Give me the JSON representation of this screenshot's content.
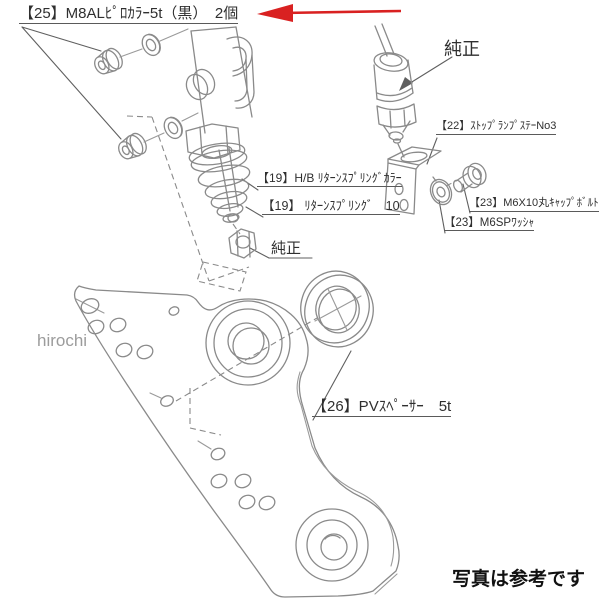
{
  "page": {
    "background": "#ffffff",
    "footer_note": "写真は参考です",
    "watermark": "hirochi"
  },
  "colors": {
    "arrow_red": "#d92121",
    "drawing_line_gray": "#8a8a8a",
    "label_text": "#2f2f2f",
    "watermark_gray": "#9c9c9c"
  },
  "part_labels": {
    "p25": "【25】M8ALﾋﾟﾛｶﾗｰ5t（黒）　2個",
    "oem_switch": "純正",
    "p22": "【22】ｽﾄｯﾌﾟﾗﾝﾌﾟｽﾃｰNo3",
    "p19_collar": "【19】H/B ﾘﾀｰﾝｽﾌﾟﾘﾝｸﾞｶﾗｰ",
    "p19_spring": "【19】 ﾘﾀｰﾝｽﾌﾟﾘﾝｸﾞ　10",
    "p23_bolt": "【23】M6X10丸ｷｬｯﾌﾟﾎﾞﾙﾄ",
    "p23_washer": "【23】M6SPﾜｯｼｬ",
    "oem_nut": "純正",
    "p26": "【26】PVｽﾍﾟｰｻｰ　5t"
  },
  "diagram": {
    "type": "exploded-parts-line-drawing",
    "subject": "brake master cylinder / pedal bracket assembly",
    "highlight": "red arrow pointing at part 25 label"
  }
}
